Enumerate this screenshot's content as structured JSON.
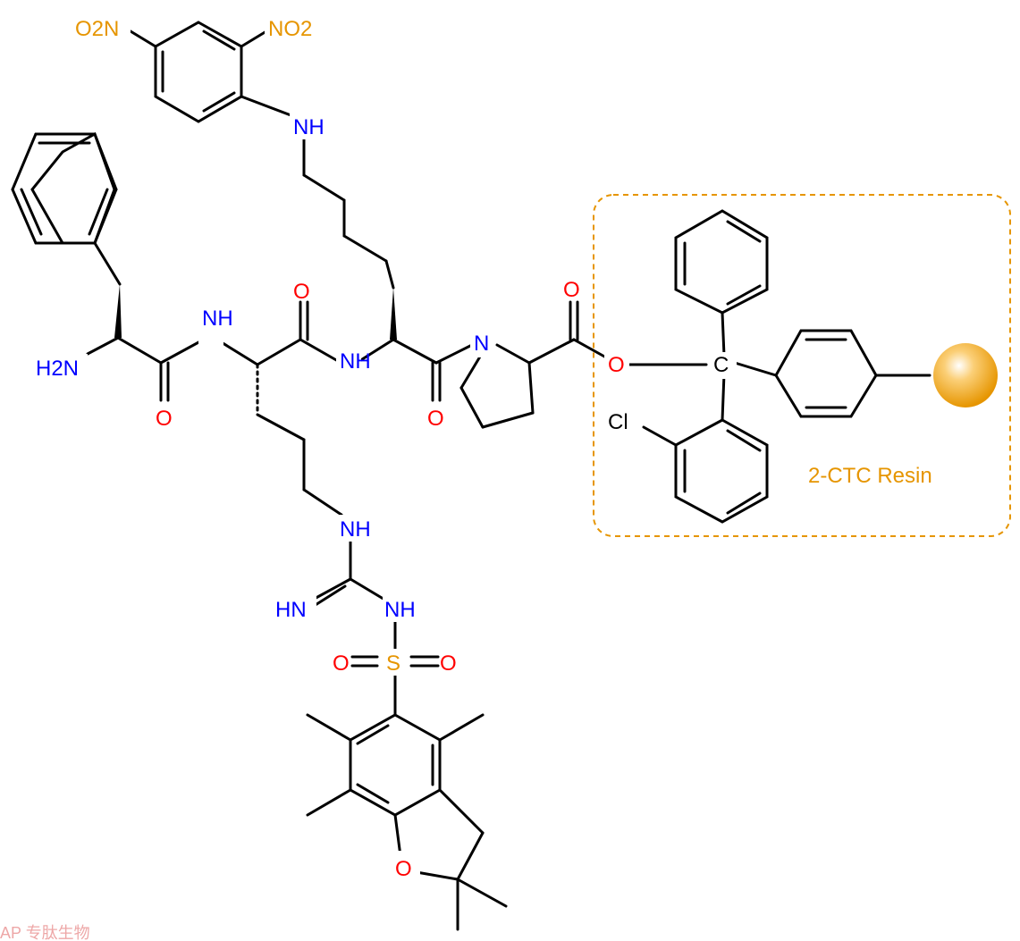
{
  "colors": {
    "nitrogen": "#0000ff",
    "oxygen": "#ff0000",
    "sulfur_nitro_resin": "#e69500",
    "bond": "#000000"
  },
  "atoms": {
    "no2_left": "O2N",
    "no2_right": "NO2",
    "nh_top": "NH",
    "h2n": "H2N",
    "nh_1": "NH",
    "nh_2": "NH",
    "n_pro": "N",
    "o_1": "O",
    "o_2": "O",
    "o_3": "O",
    "o_4": "O",
    "o_ester": "O",
    "c_trityl": "C",
    "cl": "Cl",
    "nh_guan": "NH",
    "hn_guan": "HN",
    "nh_guan2": "NH",
    "s": "S",
    "o_s_left": "O",
    "o_s_right": "O",
    "o_ring": "O"
  },
  "resin_label": "2-CTC Resin",
  "watermark": "AP 专肽生物",
  "icons": {
    "resin_bead": "orange-sphere-icon"
  }
}
